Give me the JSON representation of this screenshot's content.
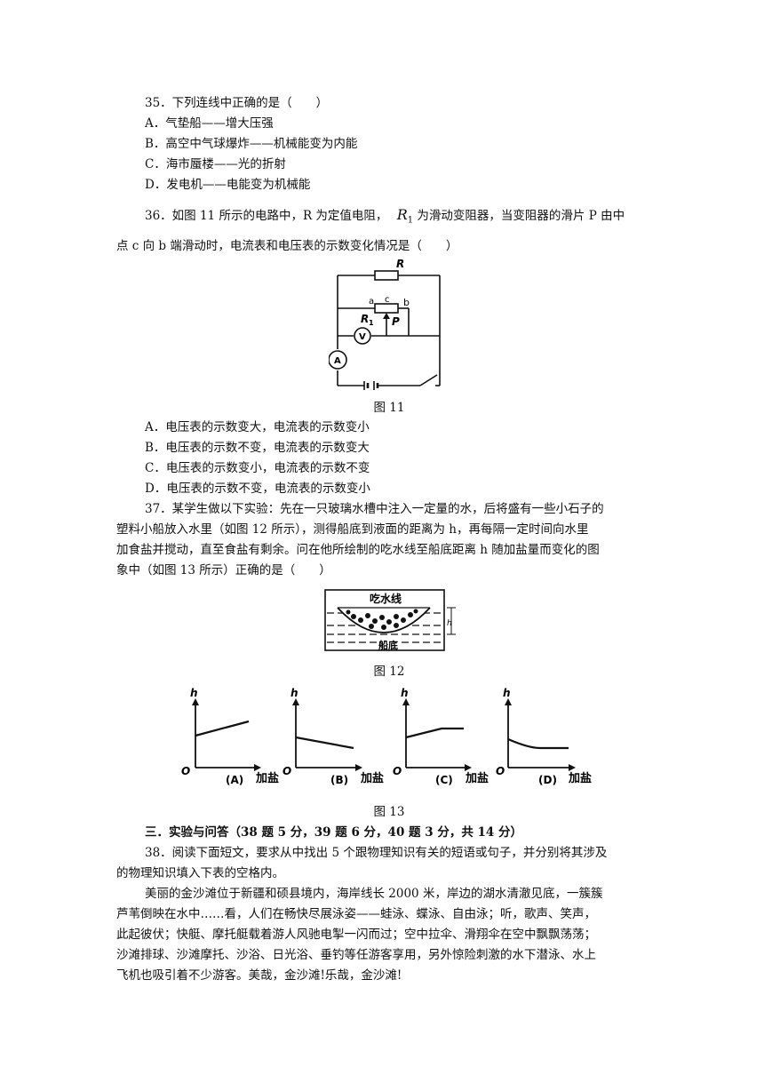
{
  "q35": {
    "stem": "35．下列连线中正确的是（　　）",
    "options": [
      "A．气垫船——增大压强",
      "B．高空中气球爆炸——机械能变为内能",
      "C．海市蜃楼——光的折射",
      "D．发电机——电能变为机械能"
    ]
  },
  "q36": {
    "line1_a": "36．如图 11 所示的电路中，R 为定值电阻，",
    "r1_symbol": "R",
    "r1_sub": "1",
    "line1_b": "为滑动变阻器，当变阻器的滑片 P 由中",
    "line2": "点 c 向 b 端滑动时，电流表和电压表的示数变化情况是（　　）",
    "figure_labels": {
      "R": "R",
      "a": "a",
      "c": "c",
      "b": "b",
      "R1": "R",
      "R1_sub": "1",
      "P": "P",
      "V": "V",
      "A": "A"
    },
    "caption": "图 11",
    "options": [
      "A．电压表的示数变大，电流表的示数变小",
      "B．电压表的示数不变，电流表的示数变大",
      "C．电压表的示数变小，电流表的示数不变",
      "D．电压表的示数不变，电流表的示数变小"
    ]
  },
  "q37": {
    "lines": [
      "37．某学生做以下实验：先在一只玻璃水槽中注入一定量的水，后将盛有一些小石子的",
      "塑料小船放入水里（如图 12 所示），测得船底到液面的距离为 h，再每隔一定时间向水里",
      "加食盐并搅动，直至食盐有剩余。问在他所绘制的吃水线至船底距离 h 随加盐量而变化的图",
      "象中（如图 13 所示）正确的是（　　）"
    ],
    "fig12": {
      "waterline_label": "吃水线",
      "bottom_label": "船底",
      "h_label": "h"
    },
    "caption12": "图 12",
    "fig13": {
      "graphs": [
        {
          "y_label": "h",
          "origin": "O",
          "tag": "(A)",
          "x_label": "加盐"
        },
        {
          "y_label": "h",
          "origin": "O",
          "tag": "(B)",
          "x_label": "加盐"
        },
        {
          "y_label": "h",
          "origin": "O",
          "tag": "(C)",
          "x_label": "加盐"
        },
        {
          "y_label": "h",
          "origin": "O",
          "tag": "(D)",
          "x_label": "加盐"
        }
      ]
    },
    "caption13": "图 13"
  },
  "section3": {
    "heading": "三．实验与问答（38 题 5 分，39 题 6 分，40 题 3 分，共 14 分）"
  },
  "q38": {
    "lines": [
      "38．阅读下面短文，要求从中找出 5 个跟物理知识有关的短语或句子，并分别将其涉及",
      "的物理知识填入下表的空格内。"
    ],
    "passage": [
      "美丽的金沙滩位于新疆和硕县境内，海岸线长 2000 米，岸边的湖水清澈见底，一簇簇",
      "芦苇倒映在水中……看，人们在畅快尽展泳姿——蛙泳、蝶泳、自由泳；听，歌声、笑声，",
      "此起彼伏；快艇、摩托艇载着游人风驰电掣一闪而过；空中拉伞、滑翔伞在空中飘飘荡荡；",
      "沙滩排球、沙滩摩托、沙浴、日光浴、垂钓等任游客享用，另外惊险刺激的水下潜泳、水上",
      "飞机也吸引着不少游客。美哉，金沙滩!乐哉，金沙滩!"
    ]
  }
}
